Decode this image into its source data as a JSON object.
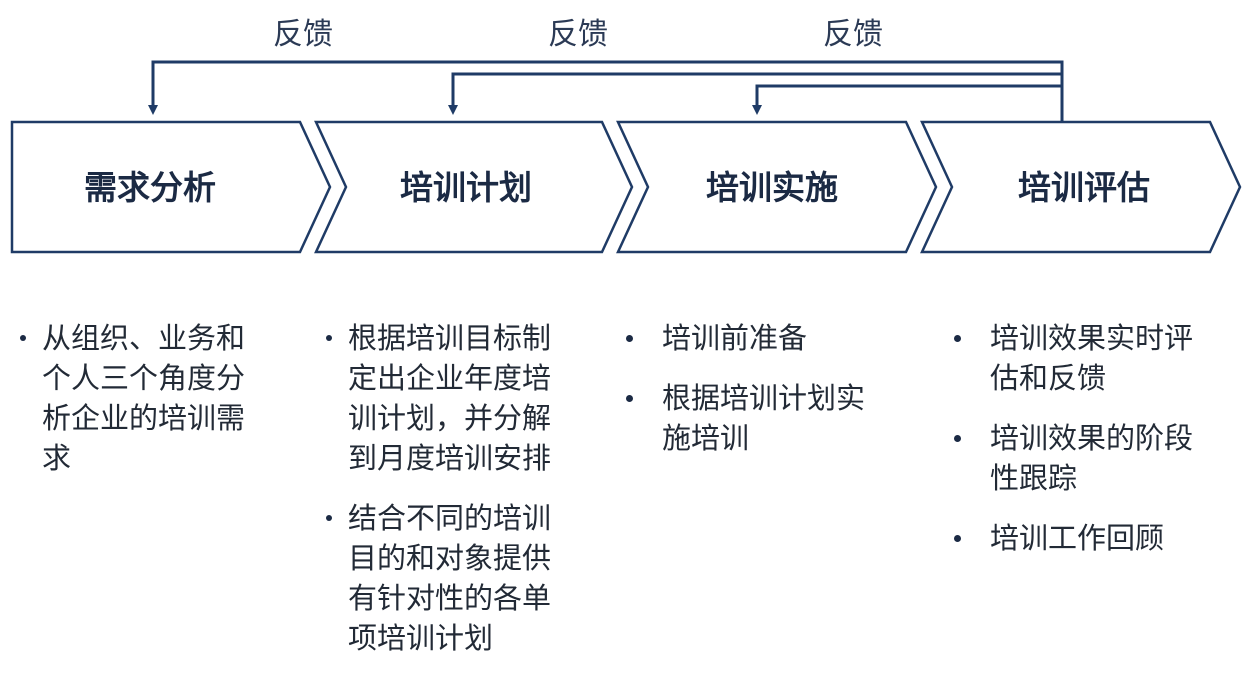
{
  "feedback_labels": [
    "反馈",
    "反馈",
    "反馈"
  ],
  "stages": [
    {
      "label": "需求分析",
      "bullets": [
        [
          "从组织、业务和",
          "个人三个角度分",
          "析企业的培训需",
          "求"
        ]
      ]
    },
    {
      "label": "培训计划",
      "bullets": [
        [
          "根据培训目标制",
          "定出企业年度培",
          "训计划，并分解",
          "到月度培训安排"
        ],
        [
          "结合不同的培训",
          "目的和对象提供",
          "有针对性的各单",
          "项培训计划"
        ]
      ]
    },
    {
      "label": "培训实施",
      "bullets": [
        [
          "培训前准备"
        ],
        [
          "根据培训计划实",
          "施培训"
        ]
      ]
    },
    {
      "label": "培训评估",
      "bullets": [
        [
          "培训效果实时评",
          "估和反馈"
        ],
        [
          "培训效果的阶段",
          "性跟踪"
        ],
        [
          "培训工作回顾"
        ]
      ]
    }
  ],
  "colors": {
    "arrow_stroke": "#1f3b66",
    "chevron_fill": "#ffffff",
    "text": "#1b2a44"
  }
}
